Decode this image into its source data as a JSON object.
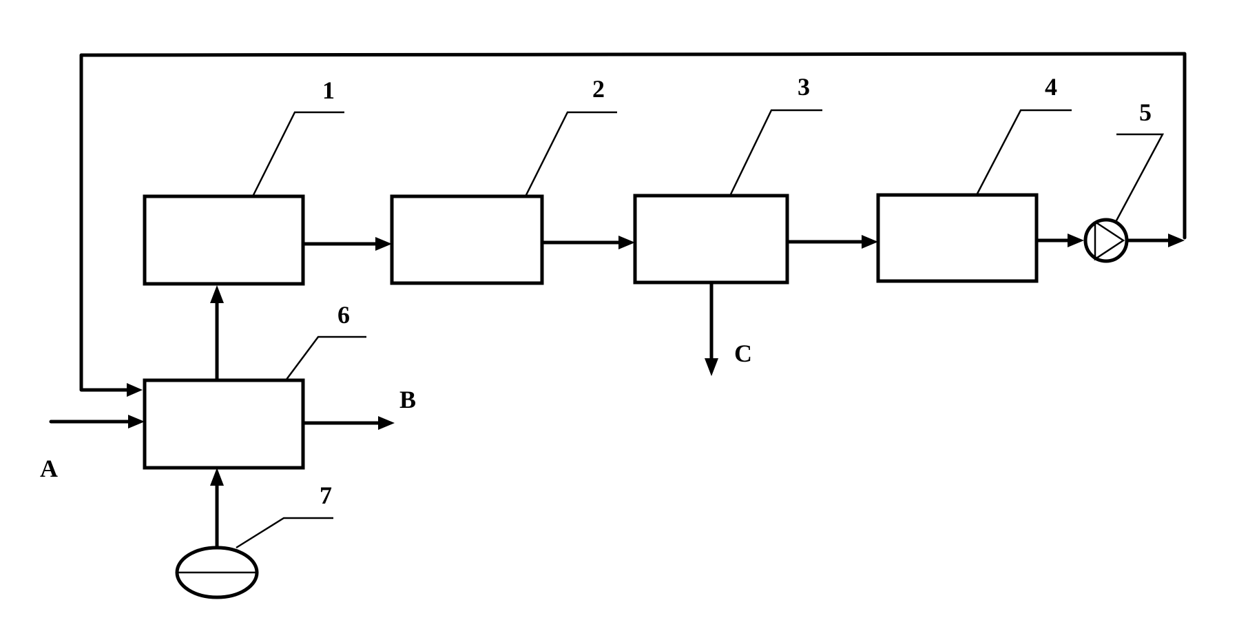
{
  "labels": {
    "n1": "1",
    "n2": "2",
    "n3": "3",
    "n4": "4",
    "n5": "5",
    "n6": "6",
    "n7": "7",
    "flow_a": "A",
    "flow_b": "B",
    "flow_c": "C"
  },
  "colors": {
    "stroke": "#000000",
    "background": "#ffffff"
  }
}
